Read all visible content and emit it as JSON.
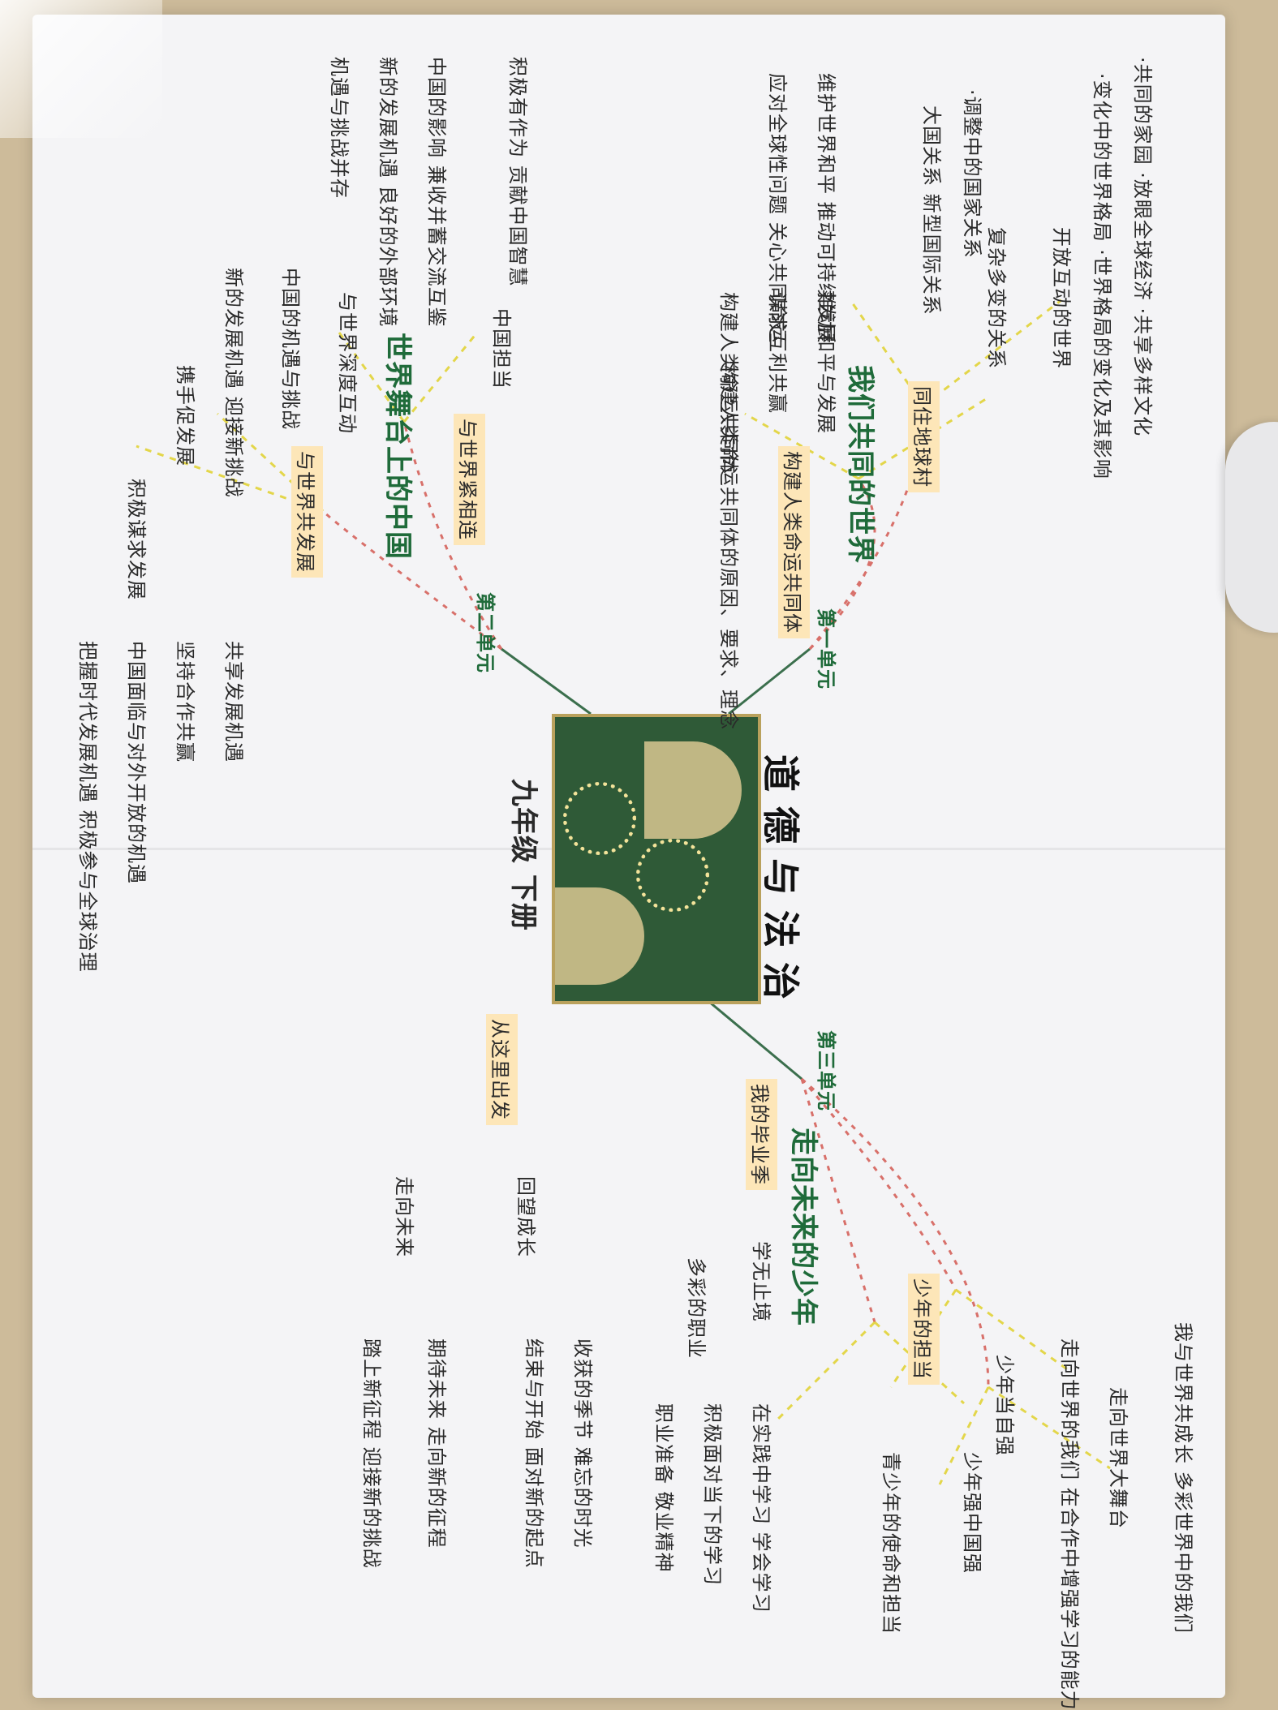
{
  "title": "道德与法治",
  "subtitle": "九年级 下册",
  "units": [
    {
      "label": "第一单元",
      "topic": "我们共同的世界",
      "lessons": [
        {
          "name": "同住地球村",
          "points": [
            "开放互动的世界",
            "复杂多变的关系"
          ],
          "details": [
            "·共同的家园 ·放眼全球经济 ·共享多样文化",
            "·变化中的世界格局 ·世界格局的变化及其影响",
            "·调整中的国家关系",
            "大国关系 新型国际关系"
          ]
        },
        {
          "name": "构建人类命运共同体",
          "points": [
            "推动和平与发展",
            "谋求互利共赢",
            "构建人类命运共同体"
          ],
          "details": [
            "维护世界和平 推动可持续发展",
            "应对全球性问题 关心共同命运",
            "构建人类命运共同体的原因、要求、理念"
          ]
        }
      ]
    },
    {
      "label": "第二单元",
      "topic": "世界舞台上的中国",
      "lessons": [
        {
          "name": "与世界紧相连",
          "points": [
            "中国担当",
            "与世界深度互动"
          ],
          "details": [
            "积极有作为 贡献中国智慧",
            "中国的影响 兼收并蓄交流互鉴",
            "中国的机遇与挑战"
          ]
        },
        {
          "name": "与世界共发展",
          "points": [
            "新的发展机遇 迎接新挑战",
            "携手促发展",
            "积极谋求发展"
          ],
          "details": [
            "新的发展机遇 良好的外部环境",
            "机遇与挑战并存",
            "共享发展机遇",
            "坚持合作共赢",
            "中国面临与对外开放的机遇",
            "把握时代发展机遇 积极参与全球治理"
          ]
        }
      ]
    },
    {
      "label": "第三单元",
      "topic": "走向未来的少年",
      "lessons": [
        {
          "name": "少年的担当",
          "points": [
            "走向世界大舞台",
            "少年当自强"
          ],
          "details": [
            "我与世界共成长 多彩世界中的我们",
            "走向世界的我们 在合作中增强学习的能力",
            "少年强中国强",
            "青少年的使命和担当"
          ]
        },
        {
          "name": "我的毕业季",
          "points": [
            "学无止境",
            "多彩的职业"
          ],
          "details": [
            "在实践中学习 学会学习",
            "积极面对当下的学习",
            "职业准备 敬业精神"
          ]
        },
        {
          "name": "从这里出发",
          "points": [
            "回望成长",
            "走向未来"
          ],
          "details": [
            "收获的季节 难忘的时光",
            "结束与开始 面对新的起点",
            "期待未来 走向新的征程",
            "踏上新征程 迎接新的挑战"
          ]
        }
      ]
    }
  ]
}
